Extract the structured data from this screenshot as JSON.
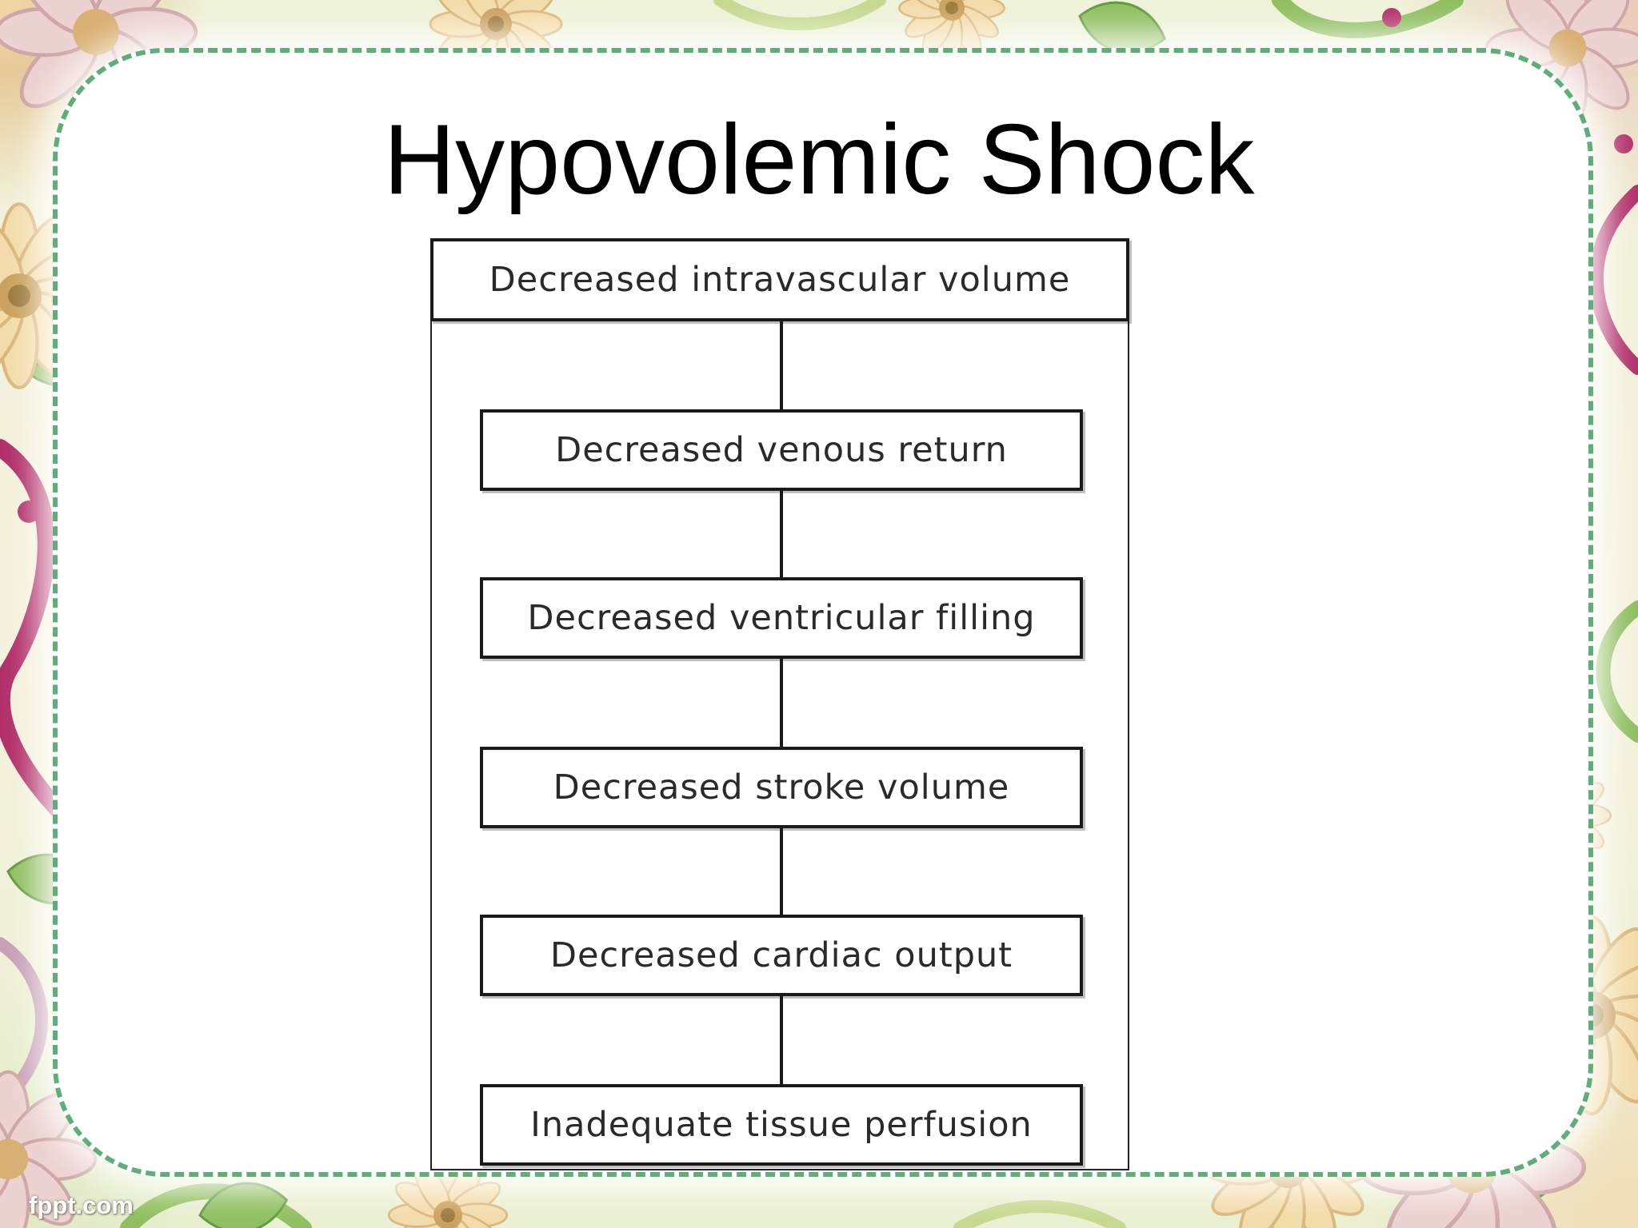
{
  "slide": {
    "title": "Hypovolemic Shock",
    "watermark": "fppt.com"
  },
  "flowchart": {
    "steps": [
      "Decreased intravascular volume",
      "Decreased venous return",
      "Decreased ventricular filling",
      "Decreased stroke volume",
      "Decreased cardiac output",
      "Inadequate tissue perfusion"
    ]
  },
  "colors": {
    "card_border": "#5fae79",
    "petal_cream": "#f3dcaa",
    "petal_pink": "#e9c3c5",
    "leaf_green": "#8fbf5f",
    "berry_magenta": "#b2306a"
  }
}
